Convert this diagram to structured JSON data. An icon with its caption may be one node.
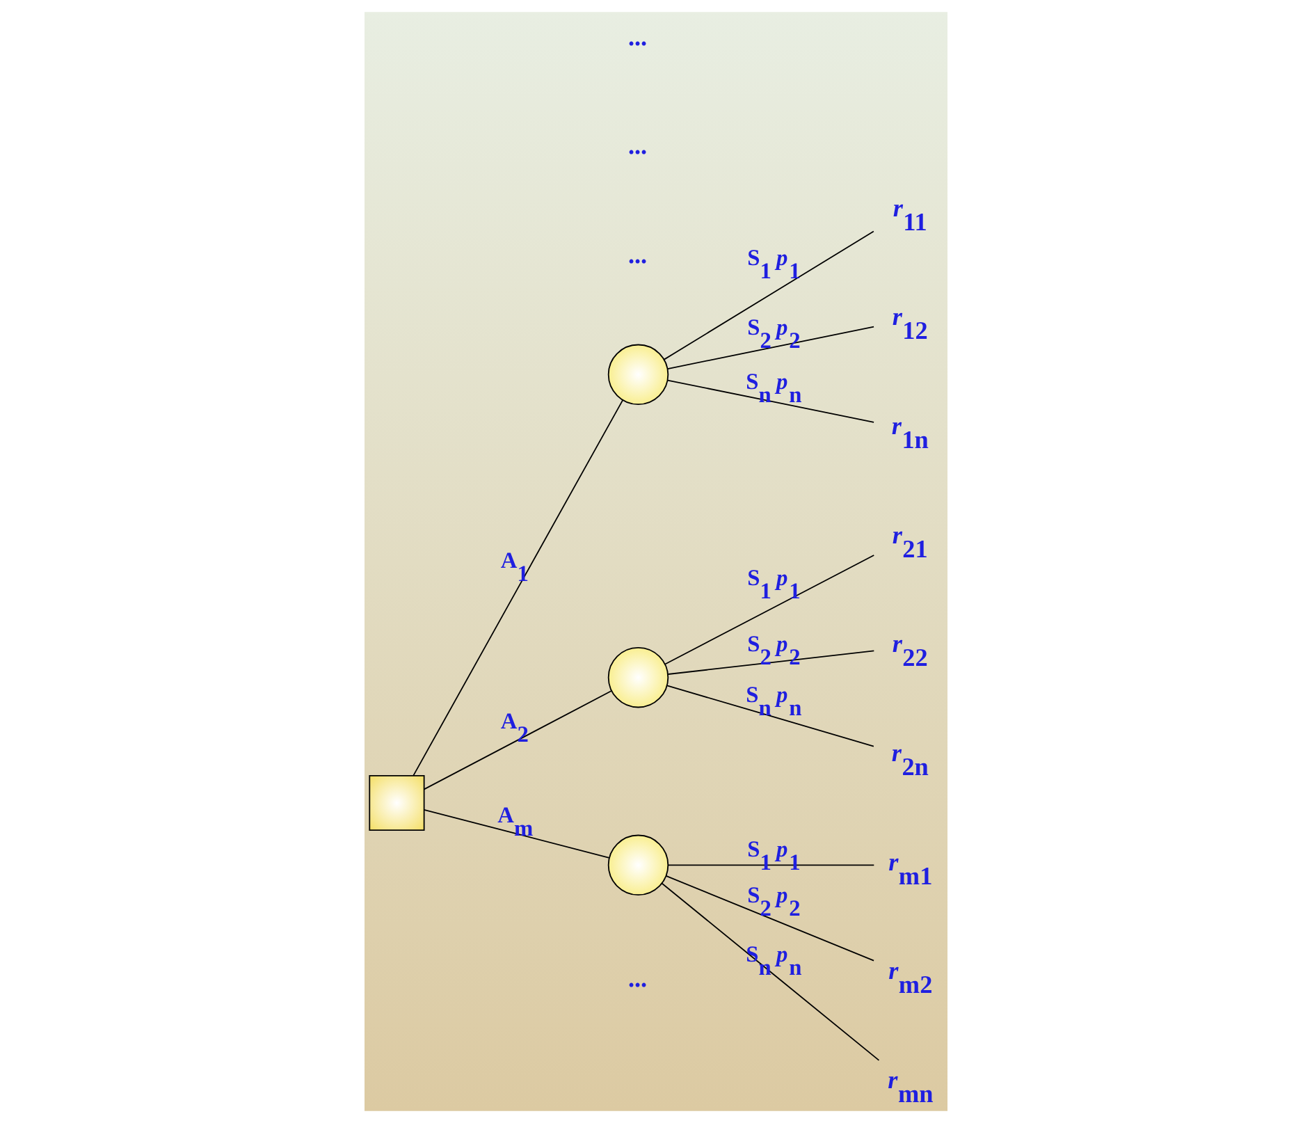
{
  "diagram": {
    "nodes": [
      {
        "text": [],
        "shape": "box"
      },
      {
        "text": [],
        "shape": "circle"
      },
      {
        "text": [],
        "shape": "circle"
      },
      {
        "text": [],
        "shape": "circle"
      },
      {
        "text": [
          "*r*$_{11}$"
        ]
      },
      {
        "text": [
          "*r*$_{12}$"
        ]
      },
      {
        "text": [
          "*r*$_{1n}$"
        ]
      },
      {
        "text": [
          "*r*$_{21}$"
        ]
      },
      {
        "text": [
          "*r*$_{22}$"
        ]
      },
      {
        "text": [
          "*r*$_{2n}$"
        ]
      },
      {
        "text": [
          "*r*$_{m1}$"
        ]
      },
      {
        "text": [
          "*r*$_{m2}$"
        ]
      },
      {
        "text": [
          "*r*$_{mn}$"
        ]
      }
    ],
    "edges": [
      {
        "from": 0,
        "to": 1,
        "arrow": "none",
        "label": "A$_{1}$"
      },
      {
        "from": 0,
        "to": 2,
        "arrow": "none",
        "label": "A$_{2}$"
      },
      {
        "from": 0,
        "to": 3,
        "arrow": "none",
        "label": "A$_{m}$"
      },
      {
        "from": 1,
        "to": 4,
        "arrow": "none",
        "label": "S$_{1}$ *p*$_{1}$"
      },
      {
        "from": 1,
        "to": 5,
        "arrow": "none",
        "label": "S$_{2}$ *p*$_{2}$"
      },
      {
        "from": 1,
        "to": 6,
        "arrow": "none",
        "label": "S$_{n}$ *p*$_{n}$"
      },
      {
        "from": 2,
        "to": 7,
        "arrow": "none",
        "label": "S$_{1}$ *p*$_{1}$"
      },
      {
        "from": 2,
        "to": 8,
        "arrow": "none",
        "label": "S$_{2}$ *p*$_{2}$"
      },
      {
        "from": 2,
        "to": 9,
        "arrow": "none",
        "label": "S$_{n}$ *p*$_{n}$"
      },
      {
        "from": 3,
        "to": 10,
        "arrow": "none",
        "label": "S$_{1}$ *p*$_{1}$"
      },
      {
        "from": 3,
        "to": 11,
        "arrow": "none",
        "label": "S$_{2}$ *p*$_{2}$"
      },
      {
        "from": 3,
        "to": 12,
        "arrow": "none",
        "label": "S$_{n}$ *p*$_{n}$"
      }
    ],
    "labels": [
      "...",
      "...",
      "...",
      "..."
    ]
  }
}
